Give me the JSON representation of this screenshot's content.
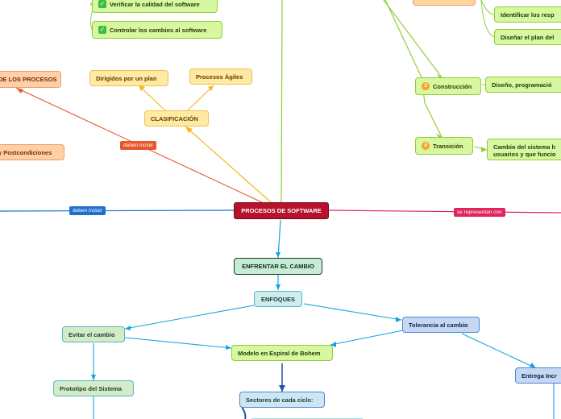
{
  "root": "PROCESOS DE SOFTWARE",
  "tags": {
    "left_main": "deben incluir",
    "right_main": "se representan con",
    "mid_orange": "deben incluir"
  },
  "nodes": {
    "verificar": "Verificar la calidad del software",
    "controlar": "Controlar los cambios al software",
    "actividades": "DE LOS PROCESOS",
    "pre_post": "y Postcondiciones",
    "dirigidos": "Dirigidos por un plan",
    "agiles": "Procesos Ágiles",
    "clasificacion": "CLASIFICACIÓN",
    "identificar": "Identificar los resp",
    "disenar_plan": "Diseñar el plan del",
    "construccion": "Construcción",
    "construccion_num": "3",
    "diseno_prog": "Diseño, programació",
    "transicion": "Transición",
    "transicion_num": "4",
    "cambio_line1": "Cambio del sistema h",
    "cambio_line2": "usuarios y que funcio",
    "enfrentar": "ENFRENTAR EL CAMBIO",
    "enfoques": "ENFOQUES",
    "evitar": "Evitar el cambio",
    "tolerancia": "Tolerancia al cambio",
    "espiral": "Modelo en Espiral de Bohem",
    "entrega": "Entrega Incr",
    "prototipo": "Prototipo del Sistema",
    "sectores": "Sectores de cada ciclo:"
  },
  "colors": {
    "root": "#b6122d",
    "tag_blue": "#1f6fcf",
    "tag_pink": "#e0245e",
    "tag_orange": "#e8562a",
    "line_green": "#8fcd3a",
    "line_yellow": "#f5b820",
    "line_blue_light": "#14a3e0",
    "line_navy": "#1f4fa8"
  }
}
